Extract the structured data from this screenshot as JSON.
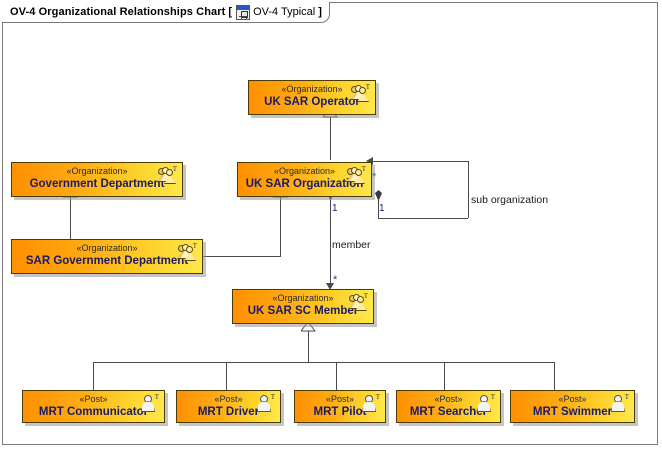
{
  "diagram": {
    "title": "OV-4 Organizational Relationships Chart",
    "bracket_open": "[",
    "bracket_close": "]",
    "subtitle": "OV-4 Typical",
    "icon": "diagram-icon"
  },
  "stereotypes": {
    "organization": "«Organization»",
    "post": "«Post»"
  },
  "nodes": [
    {
      "id": "uk-sar-operator",
      "stereotype": "«Organization»",
      "name": "UK SAR Operator",
      "icon": "organization-icon"
    },
    {
      "id": "government-department",
      "stereotype": "«Organization»",
      "name": "Government Department",
      "icon": "organization-icon"
    },
    {
      "id": "uk-sar-organization",
      "stereotype": "«Organization»",
      "name": "UK SAR Organization",
      "icon": "organization-icon"
    },
    {
      "id": "sar-government-department",
      "stereotype": "«Organization»",
      "name": "SAR Government Department",
      "icon": "organization-icon"
    },
    {
      "id": "uk-sar-sc-member",
      "stereotype": "«Organization»",
      "name": "UK SAR SC Member",
      "icon": "organization-icon"
    },
    {
      "id": "mrt-communicator",
      "stereotype": "«Post»",
      "name": "MRT Communicator",
      "icon": "post-icon"
    },
    {
      "id": "mrt-driver",
      "stereotype": "«Post»",
      "name": "MRT Driver",
      "icon": "post-icon"
    },
    {
      "id": "mrt-pilot",
      "stereotype": "«Post»",
      "name": "MRT Pilot",
      "icon": "post-icon"
    },
    {
      "id": "mrt-searcher",
      "stereotype": "«Post»",
      "name": "MRT Searcher",
      "icon": "post-icon"
    },
    {
      "id": "mrt-swimmer",
      "stereotype": "«Post»",
      "name": "MRT Swimmer",
      "icon": "post-icon"
    }
  ],
  "edges": {
    "sub_organization": {
      "label": "sub organization",
      "source_multiplicity": "1",
      "target_multiplicity": "*"
    },
    "member": {
      "label": "member",
      "source_multiplicity": "1",
      "target_multiplicity": "*"
    }
  },
  "colors": {
    "node_fill_start": "#ff9000",
    "node_fill_end": "#ffe84a",
    "node_border": "#4a3b00",
    "name_text": "#1b1b6b",
    "connector": "#4a4a4a",
    "frame_border": "#7a7a7a",
    "canvas": "#ffffff"
  }
}
